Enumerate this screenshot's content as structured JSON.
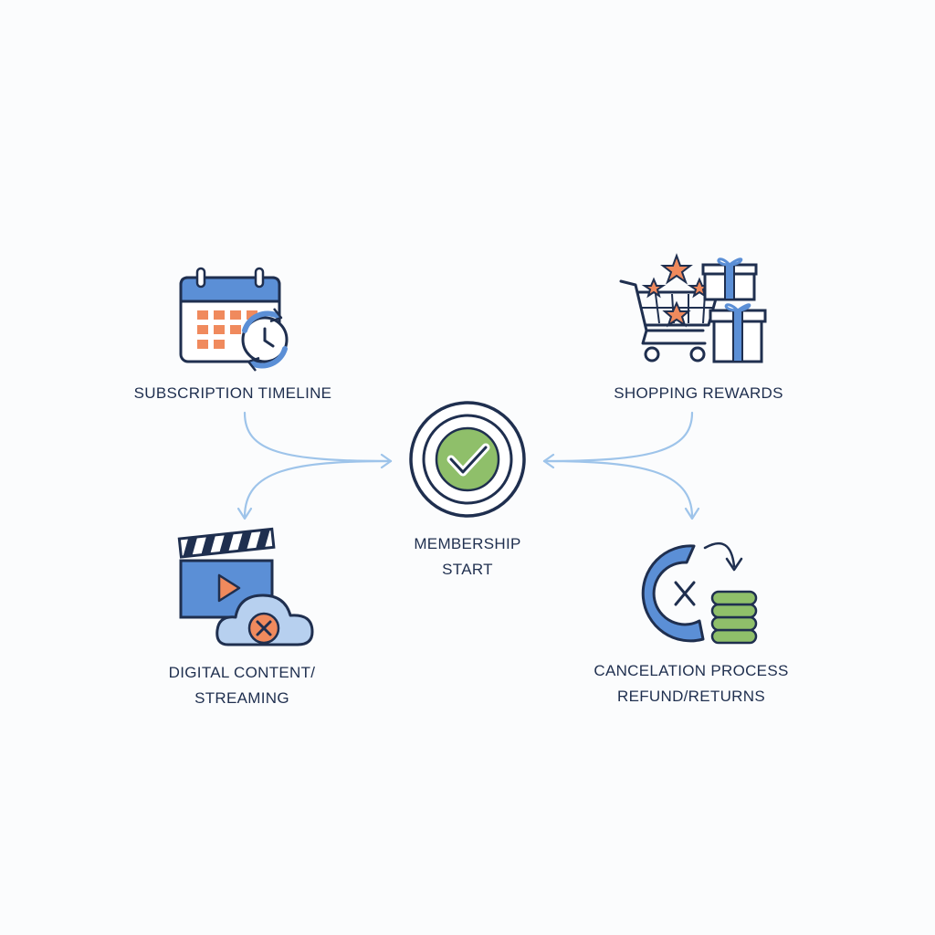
{
  "nodes": {
    "subscription": {
      "label": "SUBSCRIPTION TIMELINE",
      "icon": "calendar-sync-icon"
    },
    "shopping": {
      "label": "SHOPPING REWARDS",
      "icon": "shopping-cart-gifts-icon"
    },
    "membership": {
      "line1": "MEMBERSHIP",
      "line2": "START",
      "icon": "check-circle-icon"
    },
    "digital": {
      "line1": "DIGITAL CONTENT/",
      "line2": "STREAMING",
      "icon": "video-cloud-cancel-icon"
    },
    "cancel": {
      "line1": "CANCELATION PROCESS",
      "line2": "REFUND/RETURNS",
      "icon": "cancel-refund-coins-icon"
    }
  },
  "colors": {
    "navy": "#1f2f4f",
    "blue": "#5b8fd6",
    "light_blue": "#b7d0ef",
    "orange": "#f08a5d",
    "green": "#8fbf6a",
    "connector": "#9ec4ea"
  }
}
